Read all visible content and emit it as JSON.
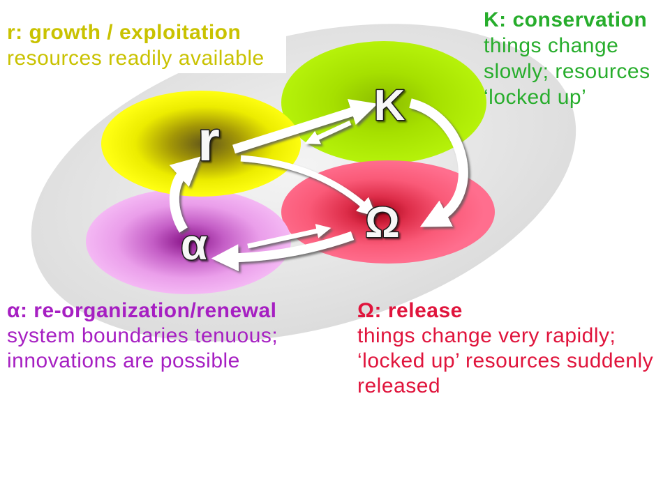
{
  "phases": {
    "r": {
      "symbol": "r",
      "heading": "r: growth / exploitation",
      "lines": [
        "resources readily available"
      ],
      "color": "#c9c200"
    },
    "K": {
      "symbol": "K",
      "heading": "K: conservation",
      "lines": [
        "things change",
        "slowly; resources",
        "‘locked up’"
      ],
      "color": "#27ad2c"
    },
    "alpha": {
      "symbol": "α",
      "heading": "α: re-organization/renewal",
      "lines": [
        "system boundaries tenuous;",
        "innovations are possible"
      ],
      "color": "#a61fc2"
    },
    "omega": {
      "symbol": "Ω",
      "heading": "Ω: release",
      "lines": [
        "things change very rapidly;",
        "‘locked up’ resources suddenly",
        "released"
      ],
      "color": "#e0143c"
    }
  }
}
